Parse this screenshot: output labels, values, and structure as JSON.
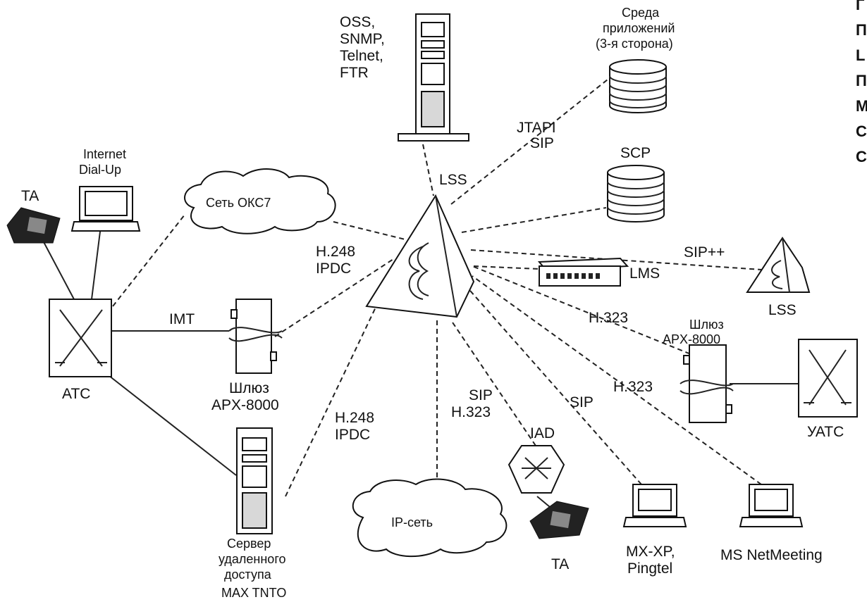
{
  "nodes": {
    "oss_labels": [
      "OSS,",
      "SNMP,",
      "Telnet,",
      "FTR"
    ],
    "app_env": [
      "Среда",
      "приложений",
      "(3-я сторона)"
    ],
    "scp": "SCP",
    "internet_dialup": [
      "Internet",
      "Dial-Up"
    ],
    "ta_left": "TA",
    "ss7_network": "Сеть ОКС7",
    "lss_top": "LSS",
    "lms": "LMS",
    "lss_right": "LSS",
    "ats": "ATC",
    "gateway_left": [
      "Шлюз",
      "APX-8000"
    ],
    "gateway_right": [
      "Шлюз",
      "APX-8000"
    ],
    "uats": "УАТС",
    "iad": "IAD",
    "ip_network": "IP-сеть",
    "ta_bottom": "TA",
    "mx_xp": [
      "MX-XP,",
      "Pingtel"
    ],
    "ms_netmeeting": "MS NetMeeting",
    "remote_server": [
      "Сервер",
      "удаленного",
      "доступа"
    ],
    "max_tnto": "MAX TNTO"
  },
  "links": {
    "jtapi_sip": [
      "JTAPI",
      "SIP"
    ],
    "sip_pp": "SIP++",
    "h248_top": [
      "H.248",
      "IPDC"
    ],
    "imt": "IMT",
    "h323_a": "H.323",
    "h323_b": "H.323",
    "sip_h323": [
      "SIP",
      "H.323"
    ],
    "sip_right": "SIP",
    "h248_bottom": [
      "H.248",
      "IPDC"
    ]
  },
  "side_letters": [
    "Г",
    "П",
    "L",
    "П",
    "M",
    "С",
    "С"
  ]
}
